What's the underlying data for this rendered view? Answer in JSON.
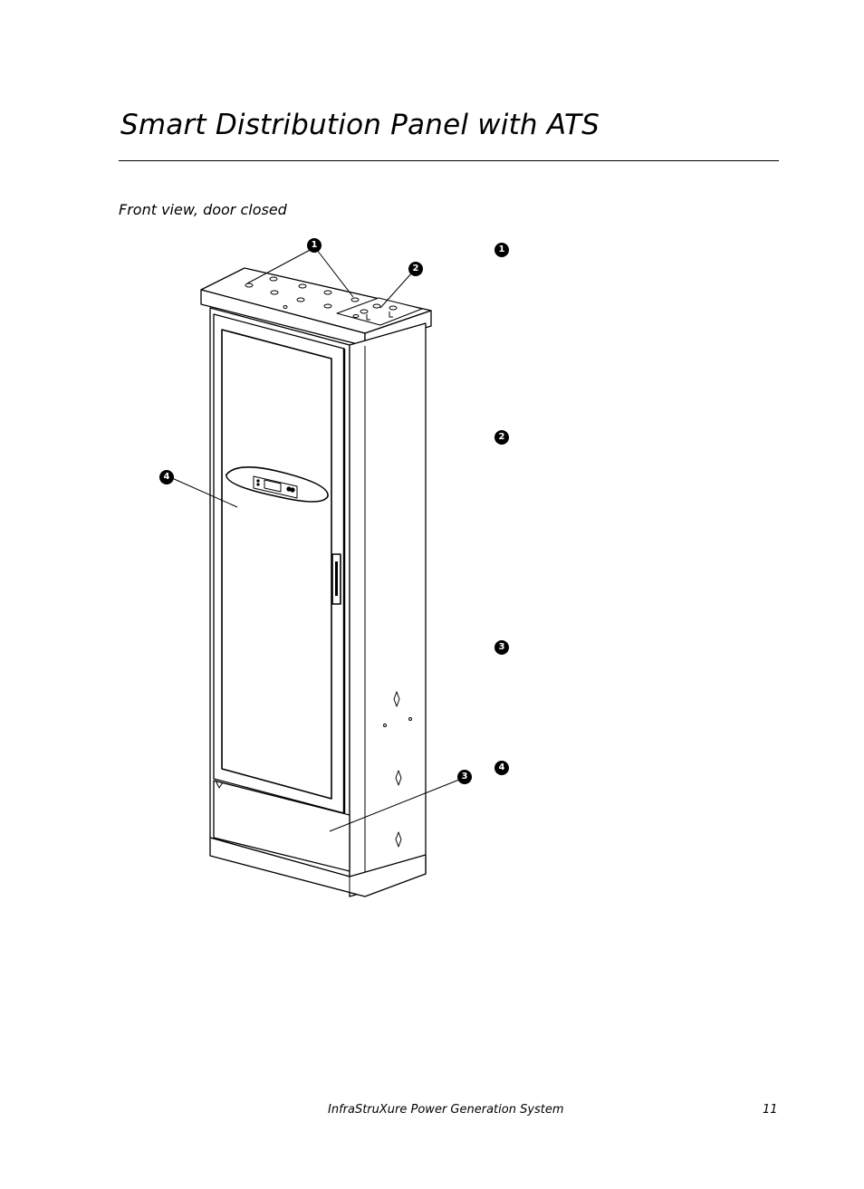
{
  "page": {
    "title": "Smart Distribution Panel with ATS",
    "subheading": "Front view, door closed",
    "footer_title": "InfraStruXure Power Generation System",
    "page_number": "11"
  },
  "figure": {
    "callouts": [
      "1",
      "2",
      "3",
      "4"
    ]
  },
  "legend": {
    "markers": [
      "1",
      "2",
      "3",
      "4"
    ]
  }
}
